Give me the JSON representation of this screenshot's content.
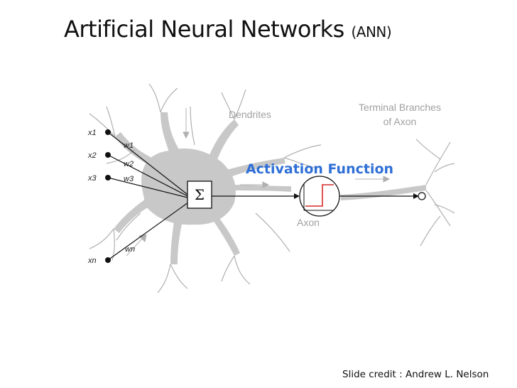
{
  "slide": {
    "title_main": "Artificial Neural Networks",
    "title_abbr": "(ANN)",
    "credit": "Slide credit : Andrew L. Nelson"
  },
  "diagram": {
    "dendrites_label": "Dendrites",
    "terminal_label_line1": "Terminal Branches",
    "terminal_label_line2": "of Axon",
    "axon_label": "Axon",
    "activation_label": "Activation Function",
    "sum_symbol": "Σ",
    "inputs": [
      {
        "x": "x1",
        "w": "w1"
      },
      {
        "x": "x2",
        "w": "w2"
      },
      {
        "x": "x3",
        "w": "w3"
      },
      {
        "x": "xn",
        "w": "wn"
      }
    ],
    "colors": {
      "neuron_gray": "#c8c8c8",
      "step_red": "#d42a2a",
      "activation_blue": "#2f6fd6",
      "label_gray": "#a0a0a0"
    }
  }
}
